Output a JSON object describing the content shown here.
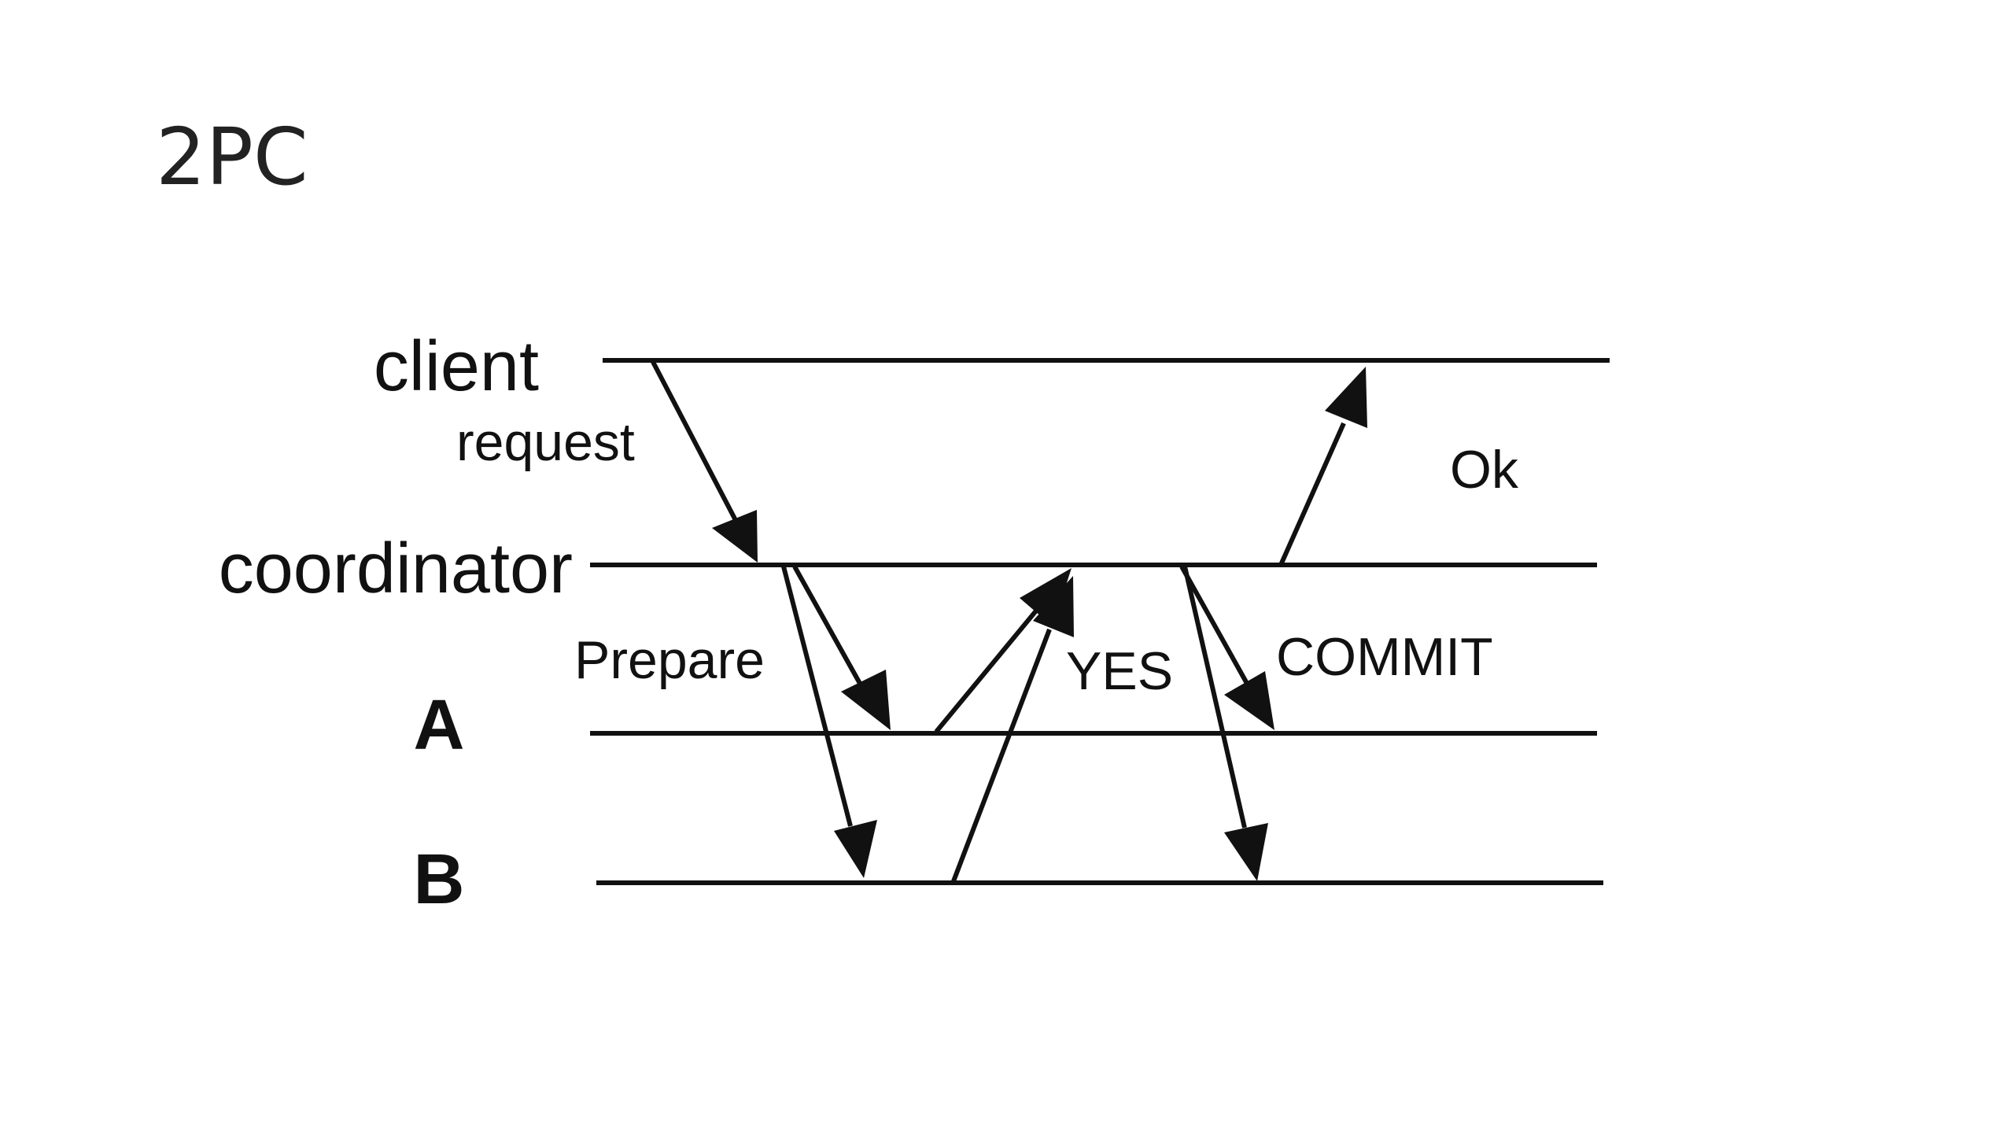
{
  "slide": {
    "title": "2PC"
  },
  "diagram": {
    "lanes": {
      "client": "client",
      "coordinator": "coordinator",
      "a": "A",
      "b": "B"
    },
    "labels": {
      "request": "request",
      "ok": "Ok",
      "prepare": "Prepare",
      "yes": "YES",
      "commit": "COMMIT"
    }
  }
}
